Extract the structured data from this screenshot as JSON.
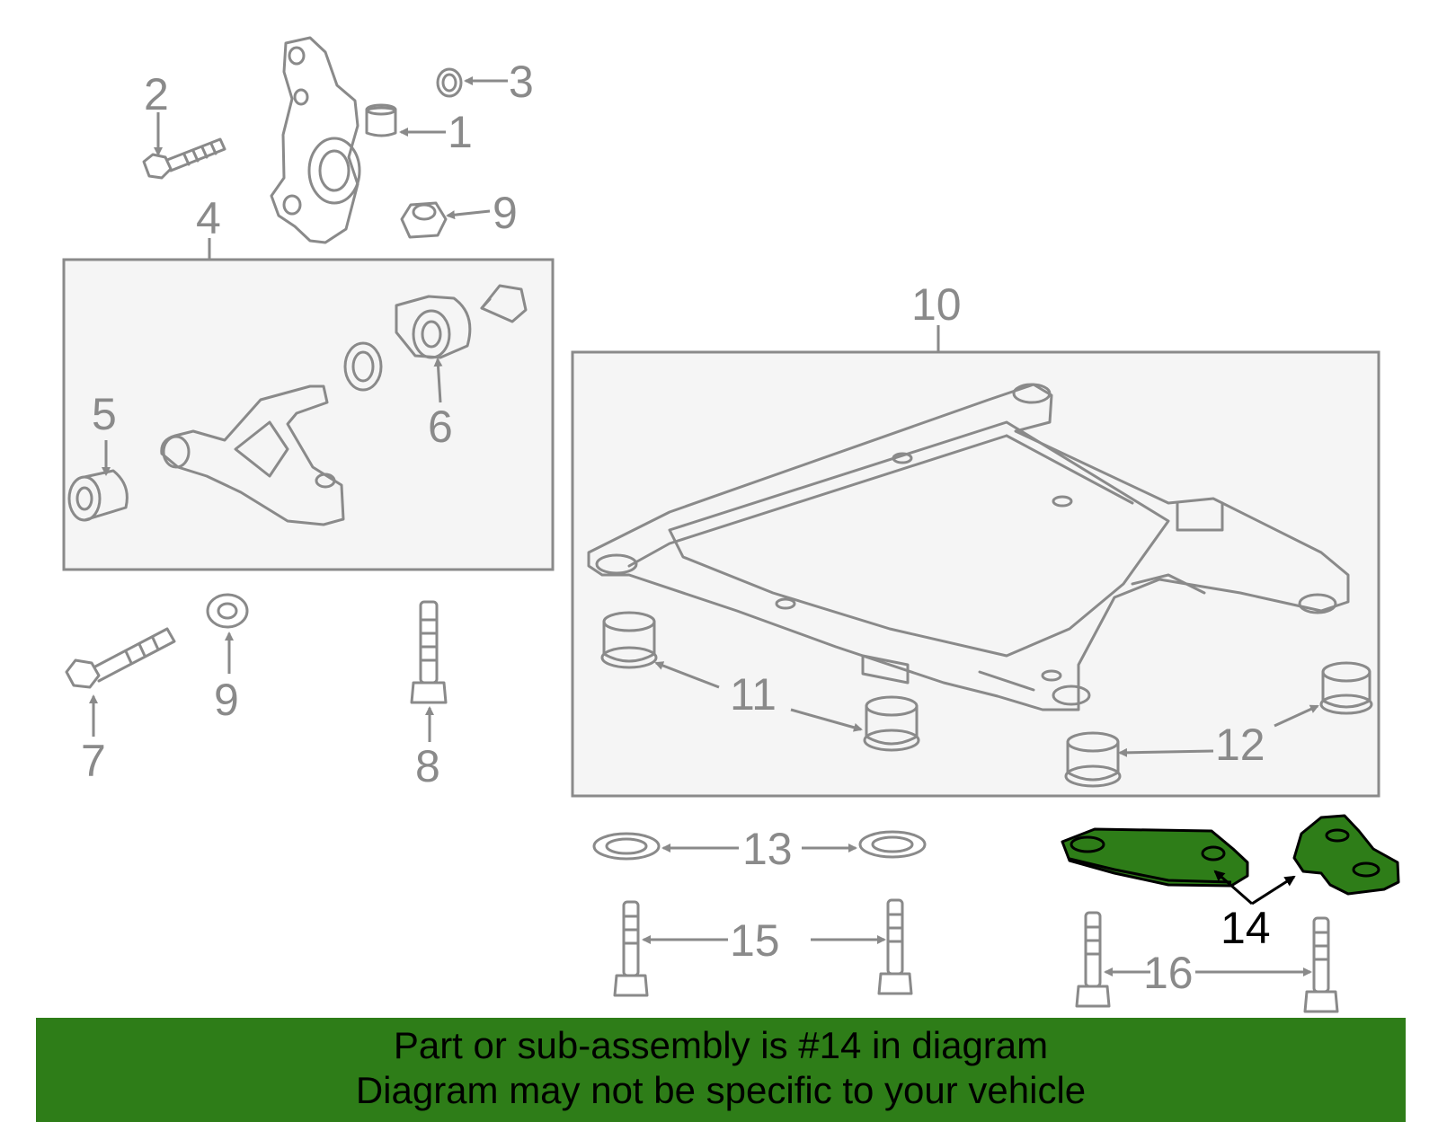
{
  "colors": {
    "part_stroke": "#8a8a8a",
    "box_fill": "#f5f5f5",
    "box_stroke": "#8a8a8a",
    "highlight_fill": "#2e7d18",
    "highlight_stroke": "#000000",
    "label_gray": "#8a8a8a",
    "label_highlight": "#000000",
    "banner_bg": "#2e7d18"
  },
  "callouts": {
    "c1": "1",
    "c2": "2",
    "c3": "3",
    "c4": "4",
    "c5": "5",
    "c6": "6",
    "c7": "7",
    "c8": "8",
    "c9a": "9",
    "c9b": "9",
    "c10": "10",
    "c11": "11",
    "c12": "12",
    "c13": "13",
    "c14": "14",
    "c15": "15",
    "c16": "16"
  },
  "banner": {
    "line1": "Part or sub-assembly is #14 in diagram",
    "line2": "Diagram may not be specific to your vehicle"
  }
}
